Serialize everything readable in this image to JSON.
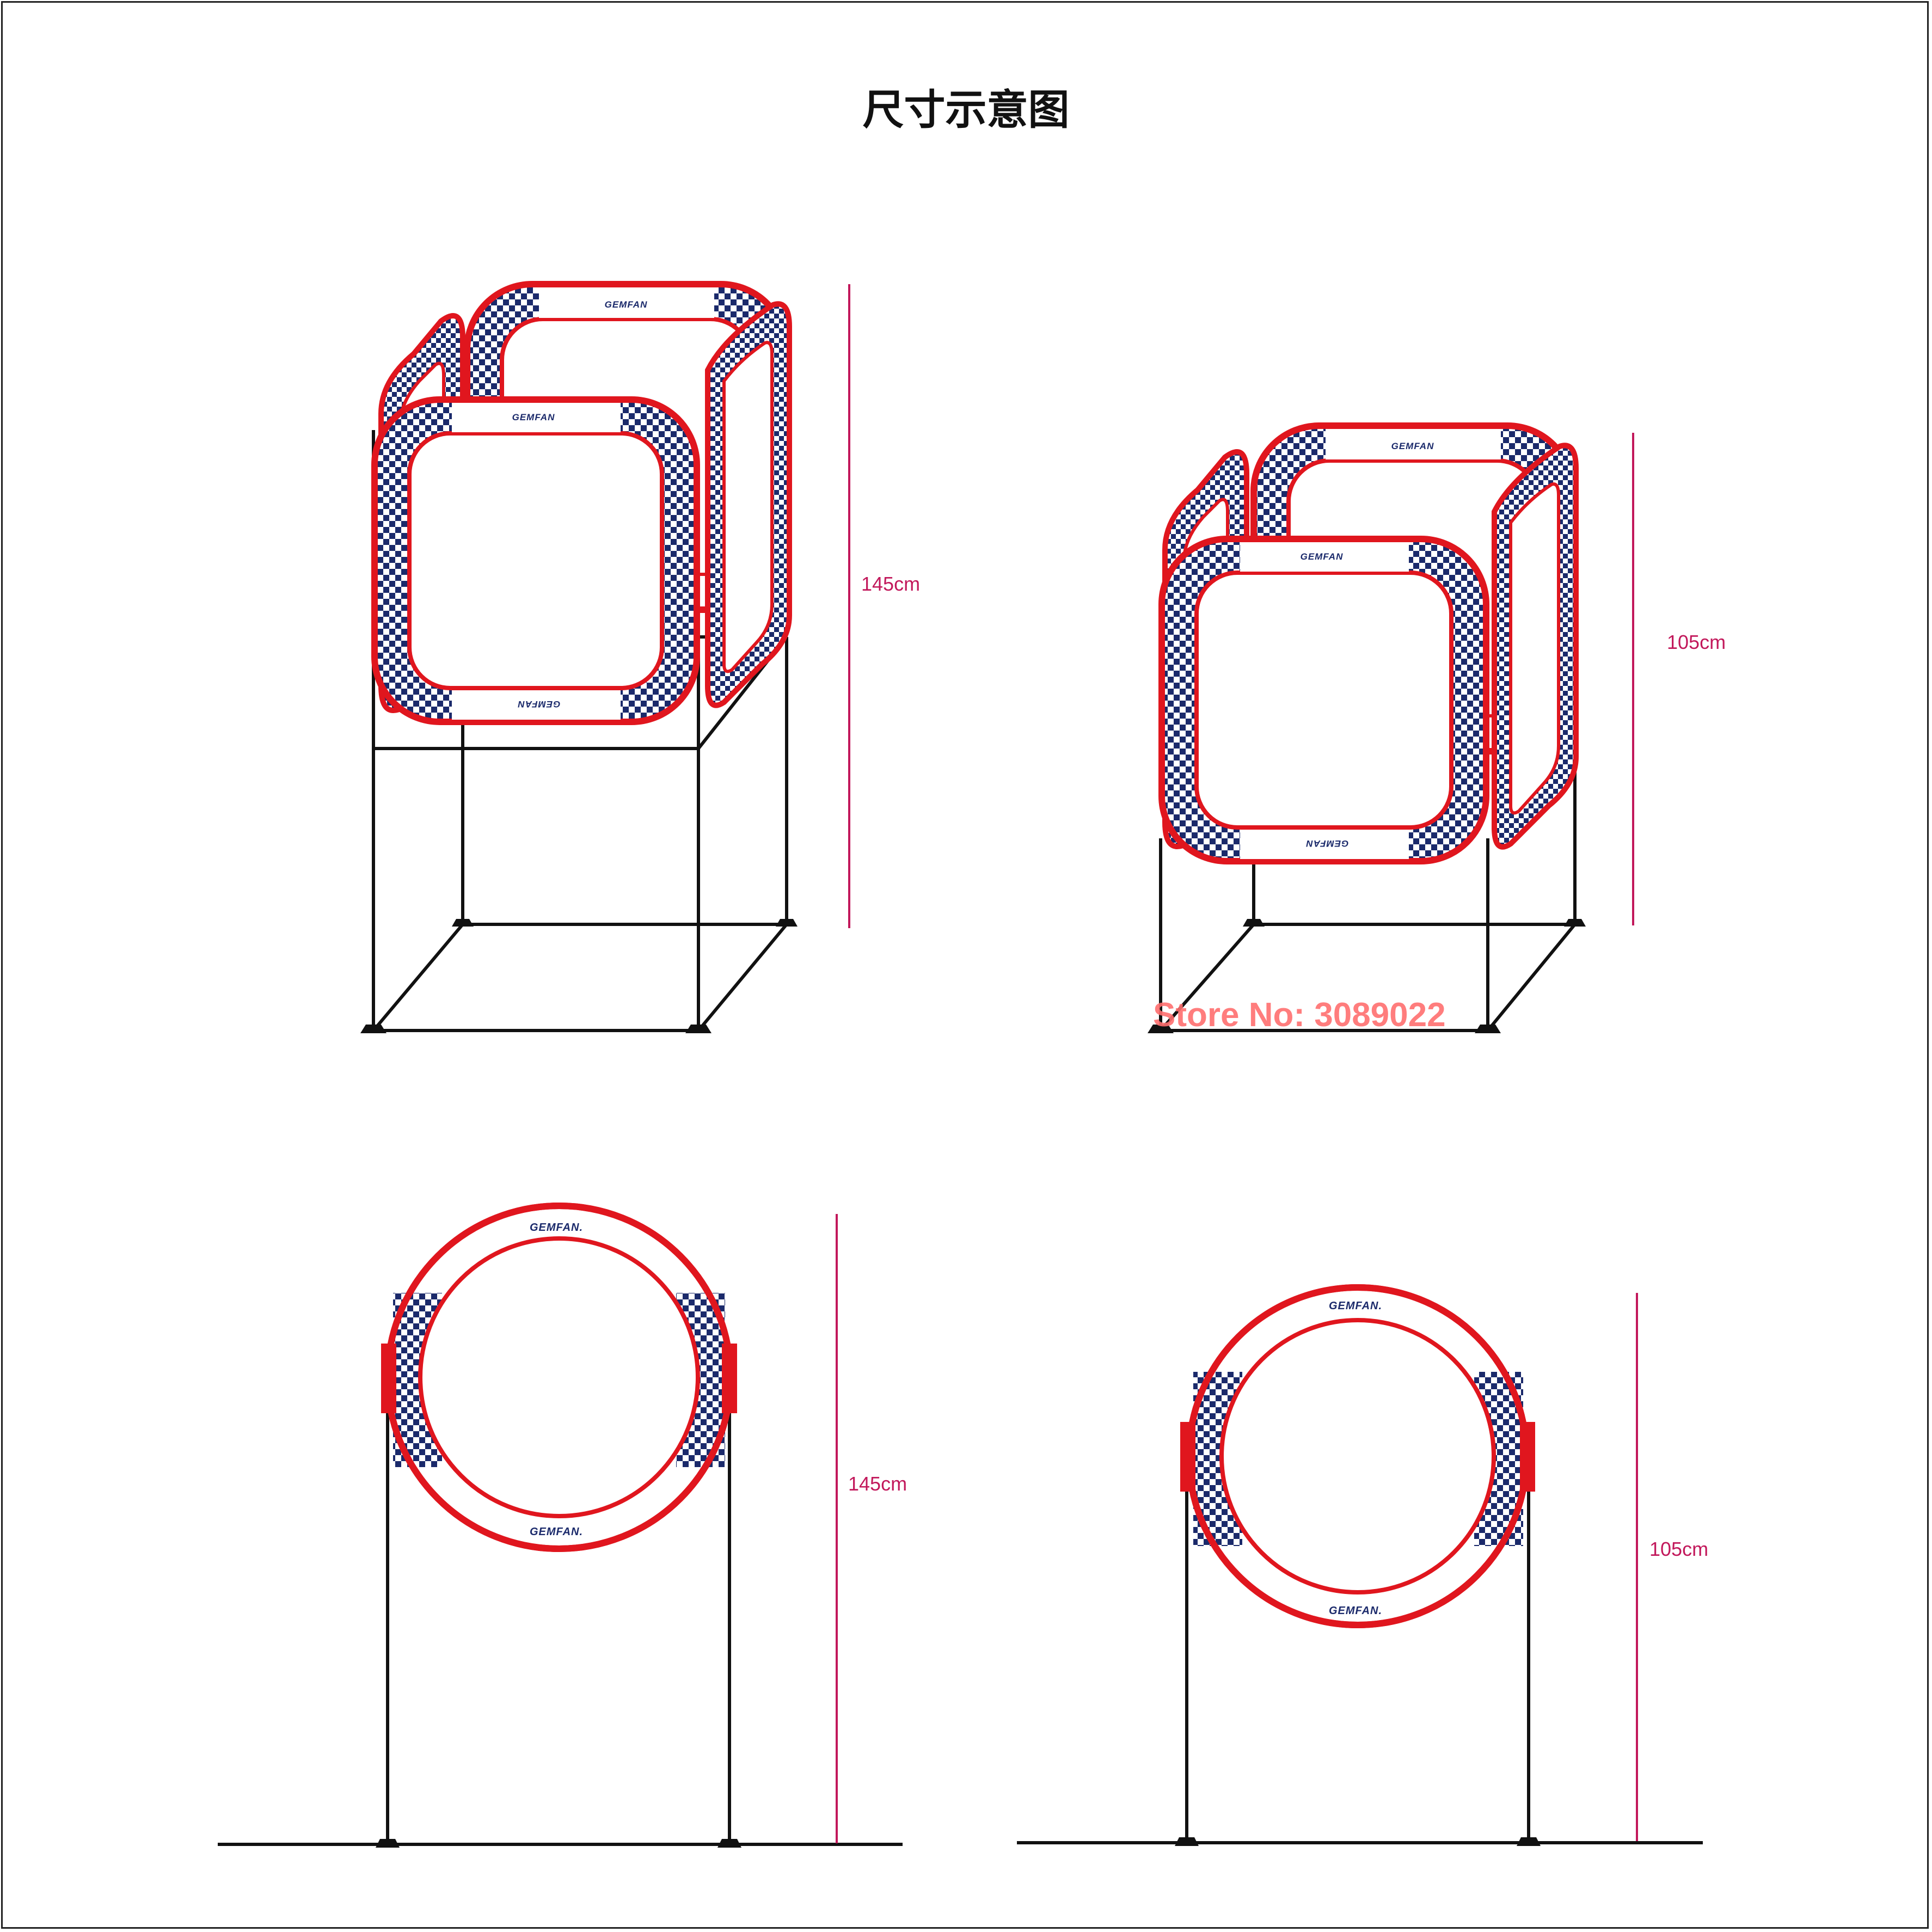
{
  "title": "尺寸示意图",
  "brand": "GEMFAN",
  "brand_round": "GEMFAN.",
  "dimensions": {
    "cube_tall": "145cm",
    "cube_short": "105cm",
    "ring_tall": "145cm",
    "ring_short": "105cm"
  },
  "watermark": "Store No: 3089022",
  "colors": {
    "frame_red": "#e0161e",
    "checker_navy": "#1b2a6b",
    "dimension_line": "#c2185b",
    "pole": "#111111"
  }
}
